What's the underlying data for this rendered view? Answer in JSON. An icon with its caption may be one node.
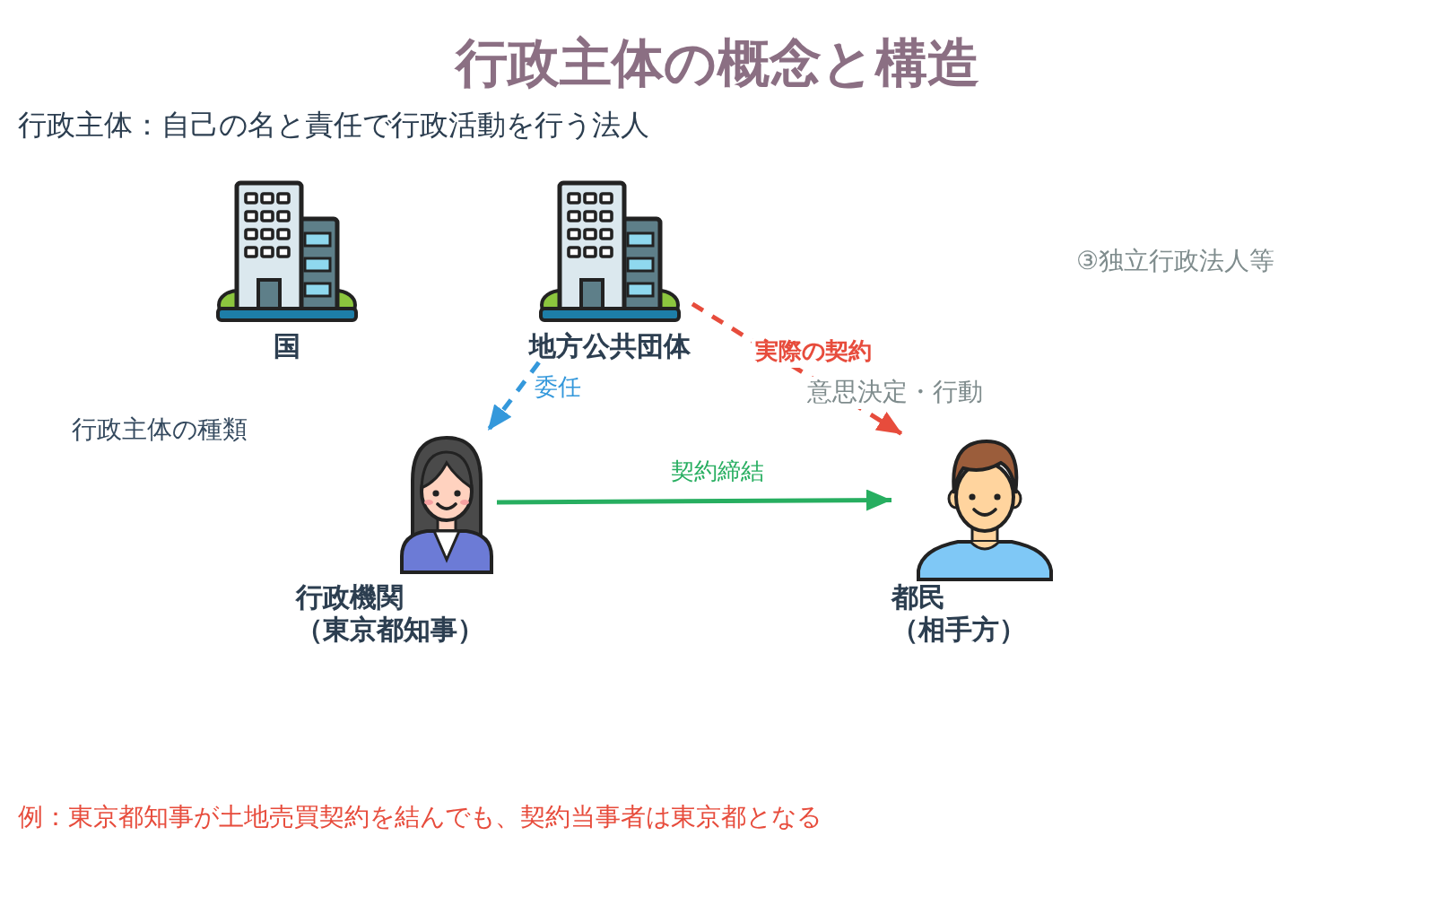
{
  "diagram": {
    "title": "行政主体の概念と構造",
    "nodes": [
      {
        "text": [
          "国"
        ]
      },
      {
        "text": [
          "地方公共団体"
        ]
      },
      {
        "text": [
          "行政機関",
          "（東京都知事）"
        ]
      },
      {
        "text": [
          "都民",
          "（相手方）"
        ]
      }
    ],
    "edges": [
      {
        "from": 1,
        "to": 2,
        "arrow": "to",
        "label": "委任",
        "style": "dashed",
        "color": "#3498db"
      },
      {
        "from": 1,
        "to": 3,
        "arrow": "to",
        "label": "実際の契約",
        "style": "dashed",
        "color": "#e74c3c"
      },
      {
        "from": 2,
        "to": 3,
        "arrow": "to",
        "label": "契約締結",
        "color": "#27ae60"
      }
    ],
    "labels": [
      "行政主体：自己の名と責任で行政活動を行う法人",
      "③独立行政法人等",
      "意思決定・行動",
      "行政主体の種類",
      "例：東京都知事が土地売買契約を結んでも、契約当事者は東京都となる"
    ]
  }
}
